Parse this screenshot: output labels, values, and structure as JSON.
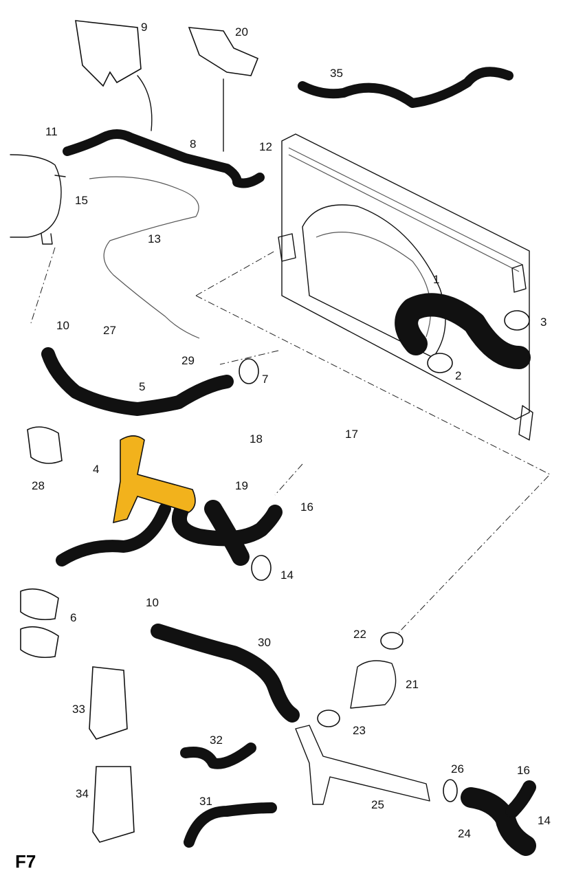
{
  "figure_label": "F7",
  "highlight_color": "#f2b21c",
  "callouts": [
    {
      "id": "c1",
      "text": "1"
    },
    {
      "id": "c2",
      "text": "2"
    },
    {
      "id": "c3",
      "text": "3"
    },
    {
      "id": "c4",
      "text": "4"
    },
    {
      "id": "c5",
      "text": "5"
    },
    {
      "id": "c6",
      "text": "6"
    },
    {
      "id": "c7",
      "text": "7"
    },
    {
      "id": "c8",
      "text": "8"
    },
    {
      "id": "c9",
      "text": "9"
    },
    {
      "id": "c10a",
      "text": "10"
    },
    {
      "id": "c10b",
      "text": "10"
    },
    {
      "id": "c11",
      "text": "11"
    },
    {
      "id": "c12",
      "text": "12"
    },
    {
      "id": "c13",
      "text": "13"
    },
    {
      "id": "c14a",
      "text": "14"
    },
    {
      "id": "c14b",
      "text": "14"
    },
    {
      "id": "c15",
      "text": "15"
    },
    {
      "id": "c16a",
      "text": "16"
    },
    {
      "id": "c16b",
      "text": "16"
    },
    {
      "id": "c17",
      "text": "17"
    },
    {
      "id": "c18",
      "text": "18"
    },
    {
      "id": "c19",
      "text": "19"
    },
    {
      "id": "c20",
      "text": "20"
    },
    {
      "id": "c21",
      "text": "21"
    },
    {
      "id": "c22",
      "text": "22"
    },
    {
      "id": "c23",
      "text": "23"
    },
    {
      "id": "c24",
      "text": "24"
    },
    {
      "id": "c25",
      "text": "25"
    },
    {
      "id": "c26",
      "text": "26"
    },
    {
      "id": "c27",
      "text": "27"
    },
    {
      "id": "c28",
      "text": "28"
    },
    {
      "id": "c29",
      "text": "29"
    },
    {
      "id": "c30",
      "text": "30"
    },
    {
      "id": "c31",
      "text": "31"
    },
    {
      "id": "c32",
      "text": "32"
    },
    {
      "id": "c33",
      "text": "33"
    },
    {
      "id": "c34",
      "text": "34"
    },
    {
      "id": "c35",
      "text": "35"
    }
  ]
}
